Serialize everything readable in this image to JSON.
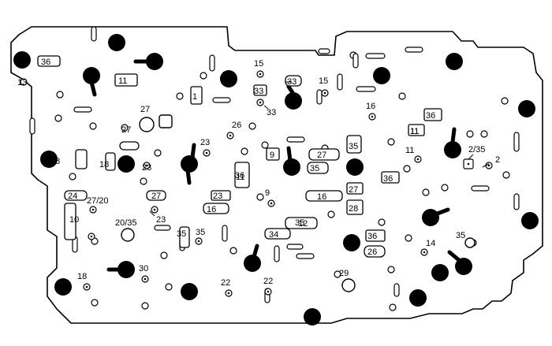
{
  "plate_labels": [
    "15",
    "15",
    "16",
    "33",
    "27",
    "27",
    "26",
    "23",
    "23",
    "20/35",
    "27/20",
    "35",
    "35",
    "30",
    "18",
    "22",
    "22",
    "9",
    "29",
    "35",
    "35",
    "14",
    "11",
    "2/35",
    "2",
    "10",
    "18",
    "18",
    "23"
  ],
  "plate_boxes": [
    "36",
    "13",
    "11",
    "11",
    "33",
    "33",
    "36",
    "27",
    "9",
    "27",
    "35",
    "11",
    "36",
    "28",
    "16",
    "27",
    "16",
    "24",
    "23",
    "12",
    "34",
    "36",
    "26",
    "35",
    "36",
    "11",
    "1"
  ]
}
